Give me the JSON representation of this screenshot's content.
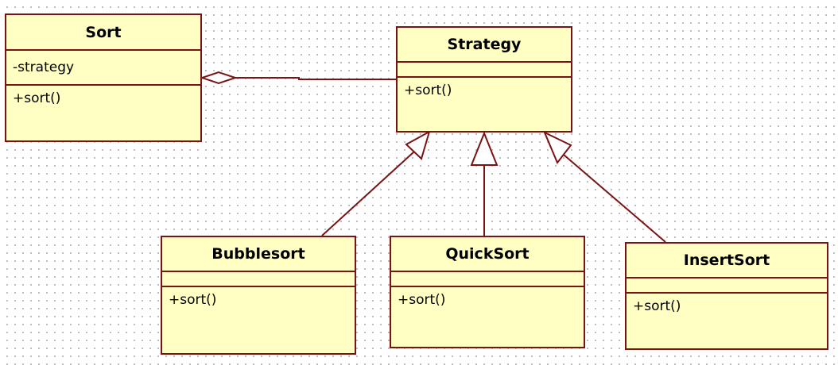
{
  "diagram": {
    "classes": {
      "sort": {
        "name": "Sort",
        "attributes": [
          "-strategy"
        ],
        "methods": [
          "+sort()"
        ]
      },
      "strategy": {
        "name": "Strategy",
        "attributes": [],
        "methods": [
          "+sort()"
        ]
      },
      "bubblesort": {
        "name": "Bubblesort",
        "attributes": [],
        "methods": [
          "+sort()"
        ]
      },
      "quicksort": {
        "name": "QuickSort",
        "attributes": [],
        "methods": [
          "+sort()"
        ]
      },
      "insertsort": {
        "name": "InsertSort",
        "attributes": [],
        "methods": [
          "+sort()"
        ]
      }
    },
    "relationships": [
      {
        "type": "aggregation",
        "whole": "Sort",
        "part": "Strategy"
      },
      {
        "type": "generalization",
        "child": "Bubblesort",
        "parent": "Strategy"
      },
      {
        "type": "generalization",
        "child": "QuickSort",
        "parent": "Strategy"
      },
      {
        "type": "generalization",
        "child": "InsertSort",
        "parent": "Strategy"
      }
    ],
    "colors": {
      "box_fill": "#ffffc4",
      "stroke": "#7a1414",
      "grid_dot": "#b8b8b8"
    }
  }
}
